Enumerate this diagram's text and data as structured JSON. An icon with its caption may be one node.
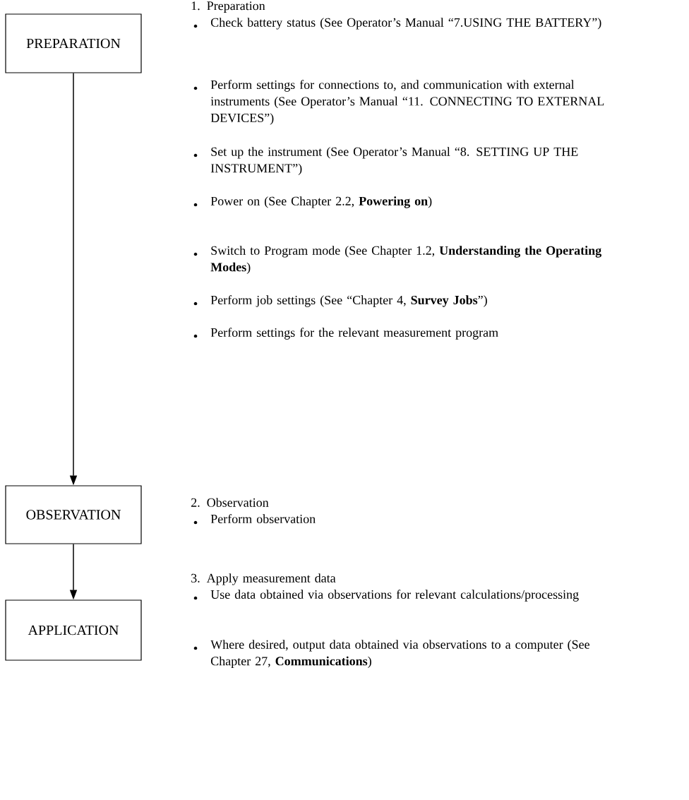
{
  "diagram": {
    "nodes": [
      {
        "text": [
          "PREPARATION"
        ],
        "beside": [
          "1. Preparation",
          "Check battery status (See Operator’s Manual “7.USING THE BATTERY”)",
          "Perform settings for connections to, and communication with external instruments (See Operator’s Manual “11. CONNECTING TO EXTERNAL DEVICES”)",
          "Set up the instrument (See Operator’s Manual “8. SETTING UP THE INSTRUMENT”)",
          "Power on (See Chapter 2.2, **Powering on**)",
          "Switch to Program mode (See Chapter 1.2, **Understanding the Operating Modes**)",
          "Perform job settings (See “Chapter 4, **Survey Jobs**”)",
          "Perform settings for the relevant measurement program"
        ]
      },
      {
        "text": [
          "OBSERVATION"
        ],
        "beside": [
          "2. Observation",
          "Perform observation"
        ]
      },
      {
        "text": [
          "APPLICATION"
        ],
        "beside": [
          "3. Apply measurement data",
          "Use data obtained via observations for relevant calculations/processing",
          "Where desired, output data obtained via observations to a computer (See Chapter 27, **Communications**)"
        ]
      }
    ],
    "edges": [
      {
        "from": 0,
        "to": 1,
        "arrow": "to"
      },
      {
        "from": 1,
        "to": 2,
        "arrow": "to"
      }
    ]
  }
}
